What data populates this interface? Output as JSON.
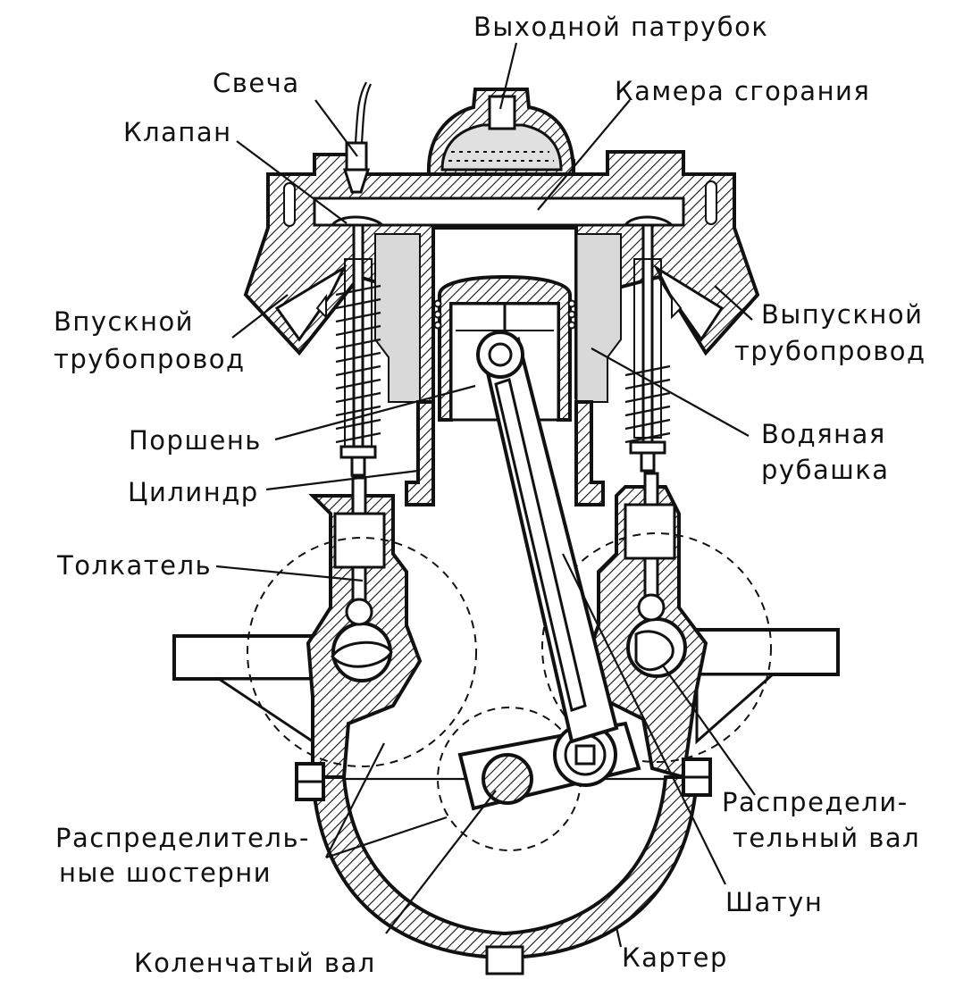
{
  "labels": {
    "exhaust_pipe": "Выходной патрубок",
    "spark_plug": "Свеча",
    "combustion_chamber": "Камера сгорания",
    "valve": "Клапан",
    "intake_manifold_1": "Впускной",
    "intake_manifold_2": "трубопровод",
    "exhaust_manifold_1": "Выпускной",
    "exhaust_manifold_2": "трубопровод",
    "piston": "Поршень",
    "water_jacket_1": "Водяная",
    "water_jacket_2": "рубашка",
    "cylinder": "Цилиндр",
    "tappet": "Толкатель",
    "camshaft_1": "Распредели-",
    "camshaft_2": "тельный вал",
    "timing_gears_1": "Распределитель-",
    "timing_gears_2": "ные шостерни",
    "connecting_rod": "Шатун",
    "crankshaft": "Коленчатый вал",
    "crankcase": "Картер"
  }
}
